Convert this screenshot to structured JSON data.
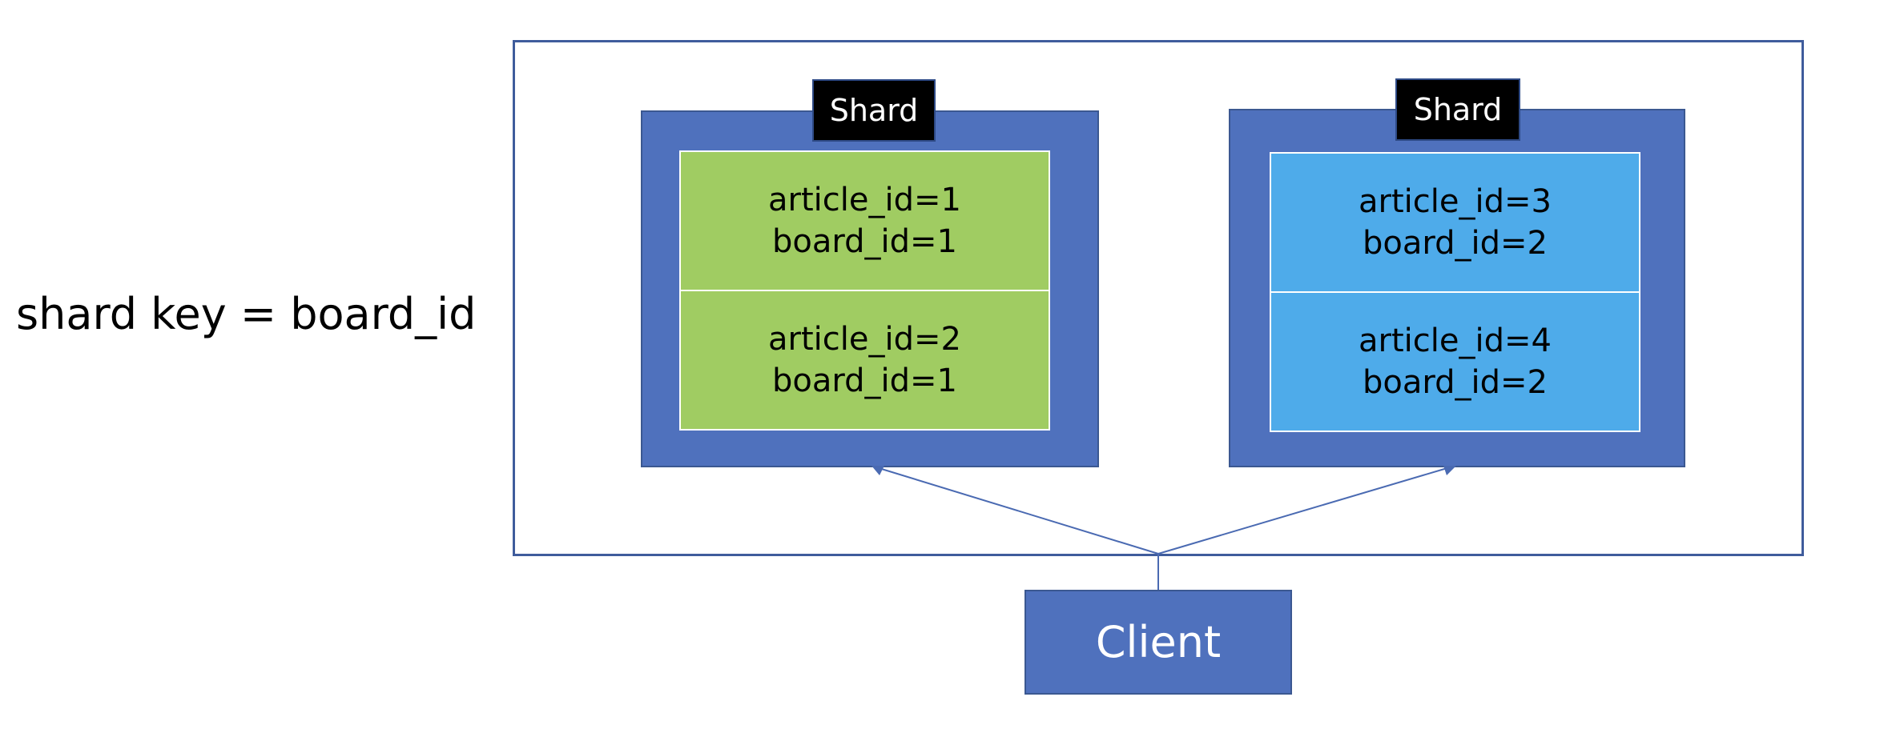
{
  "shard_key_label": "shard key = board_id",
  "shards": [
    {
      "label": "Shard",
      "color": "#a0cc62",
      "records": [
        {
          "article": "article_id=1",
          "board": "board_id=1"
        },
        {
          "article": "article_id=2",
          "board": "board_id=1"
        }
      ]
    },
    {
      "label": "Shard",
      "color": "#4eabea",
      "records": [
        {
          "article": "article_id=3",
          "board": "board_id=2"
        },
        {
          "article": "article_id=4",
          "board": "board_id=2"
        }
      ]
    }
  ],
  "client_label": "Client",
  "colors": {
    "shard_fill": "#4f71bd",
    "client_fill": "#4f71bd",
    "connector": "#4a6ab2",
    "frame_border": "#3f5c9c"
  }
}
